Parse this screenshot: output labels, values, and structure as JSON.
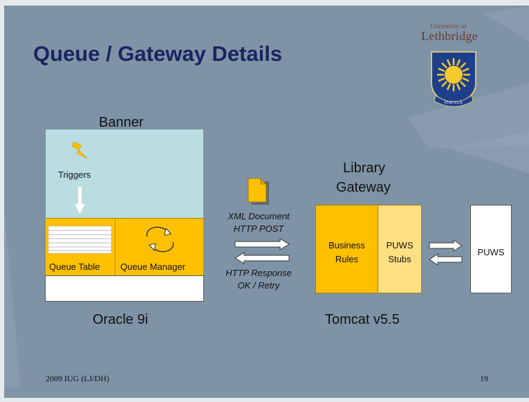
{
  "slide": {
    "title": "Queue / Gateway Details",
    "footer_left": "2009 IUG (LJ/DH)",
    "page_number": "19",
    "logo": {
      "line1": "University of",
      "line2": "Lethbridge",
      "motto": "FIAT LUX"
    }
  },
  "oracle": {
    "banner_label": "Banner",
    "triggers_label": "Triggers",
    "queue_table_label": "Queue Table",
    "queue_manager_label": "Queue Manager",
    "caption": "Oracle 9i"
  },
  "exchange": {
    "request_line1": "XML Document",
    "request_line2": "HTTP POST",
    "response_line1": "HTTP Response",
    "response_line2": "OK / Retry"
  },
  "gateway": {
    "title_line1": "Library",
    "title_line2": "Gateway",
    "business_rules_line1": "Business",
    "business_rules_line2": "Rules",
    "stubs_line1": "PUWS",
    "stubs_line2": "Stubs",
    "caption": "Tomcat v5.5"
  },
  "puws": {
    "label": "PUWS"
  },
  "colors": {
    "background": "#7f93a6",
    "title": "#1b2461",
    "queue_orange": "#ffc000",
    "stubs_yellow": "#ffe083",
    "banner_teal": "#b9dde0"
  },
  "icons": [
    "lightning-icon",
    "document-icon",
    "cycle-arrows-icon",
    "down-arrow-icon",
    "double-arrow-icon",
    "shield-icon"
  ]
}
